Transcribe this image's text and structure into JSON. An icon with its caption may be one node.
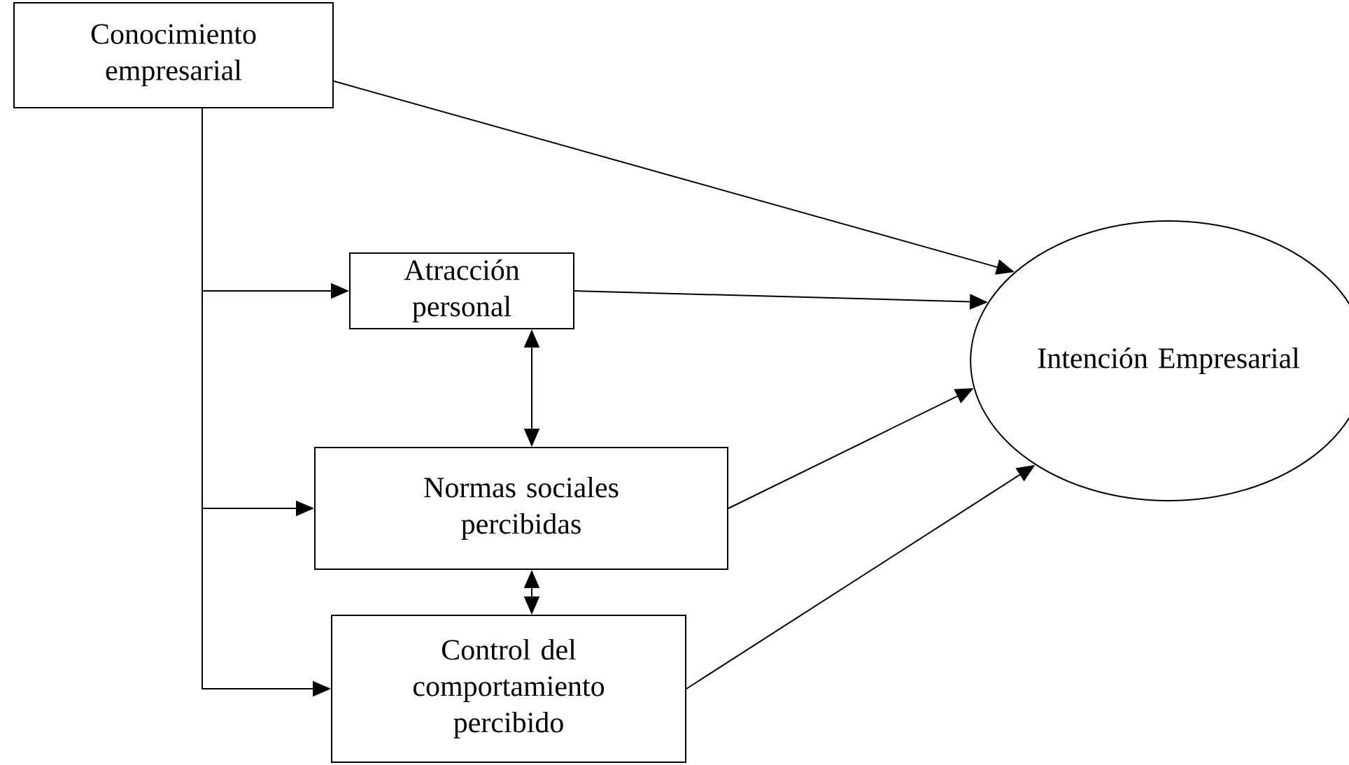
{
  "diagram": {
    "nodes": [
      {
        "text": [
          "Conocimiento empresarial"
        ]
      },
      {
        "text": [
          "Atracción personal"
        ]
      },
      {
        "text": [
          "Normas sociales percibidas"
        ]
      },
      {
        "text": [
          "Control del comportamiento percibido"
        ]
      },
      {
        "text": [
          "Intención Empresarial"
        ]
      }
    ],
    "edges": [
      {
        "from": 0,
        "to": 4,
        "arrow": "to"
      },
      {
        "from": 0,
        "to": 1,
        "arrow": "to"
      },
      {
        "from": 0,
        "to": 2,
        "arrow": "to"
      },
      {
        "from": 0,
        "to": 3,
        "arrow": "to"
      },
      {
        "from": 1,
        "to": 2,
        "arrow": "both"
      },
      {
        "from": 2,
        "to": 3,
        "arrow": "both"
      },
      {
        "from": 1,
        "to": 4,
        "arrow": "to"
      },
      {
        "from": 2,
        "to": 4,
        "arrow": "to"
      },
      {
        "from": 3,
        "to": 4,
        "arrow": "to"
      }
    ]
  }
}
